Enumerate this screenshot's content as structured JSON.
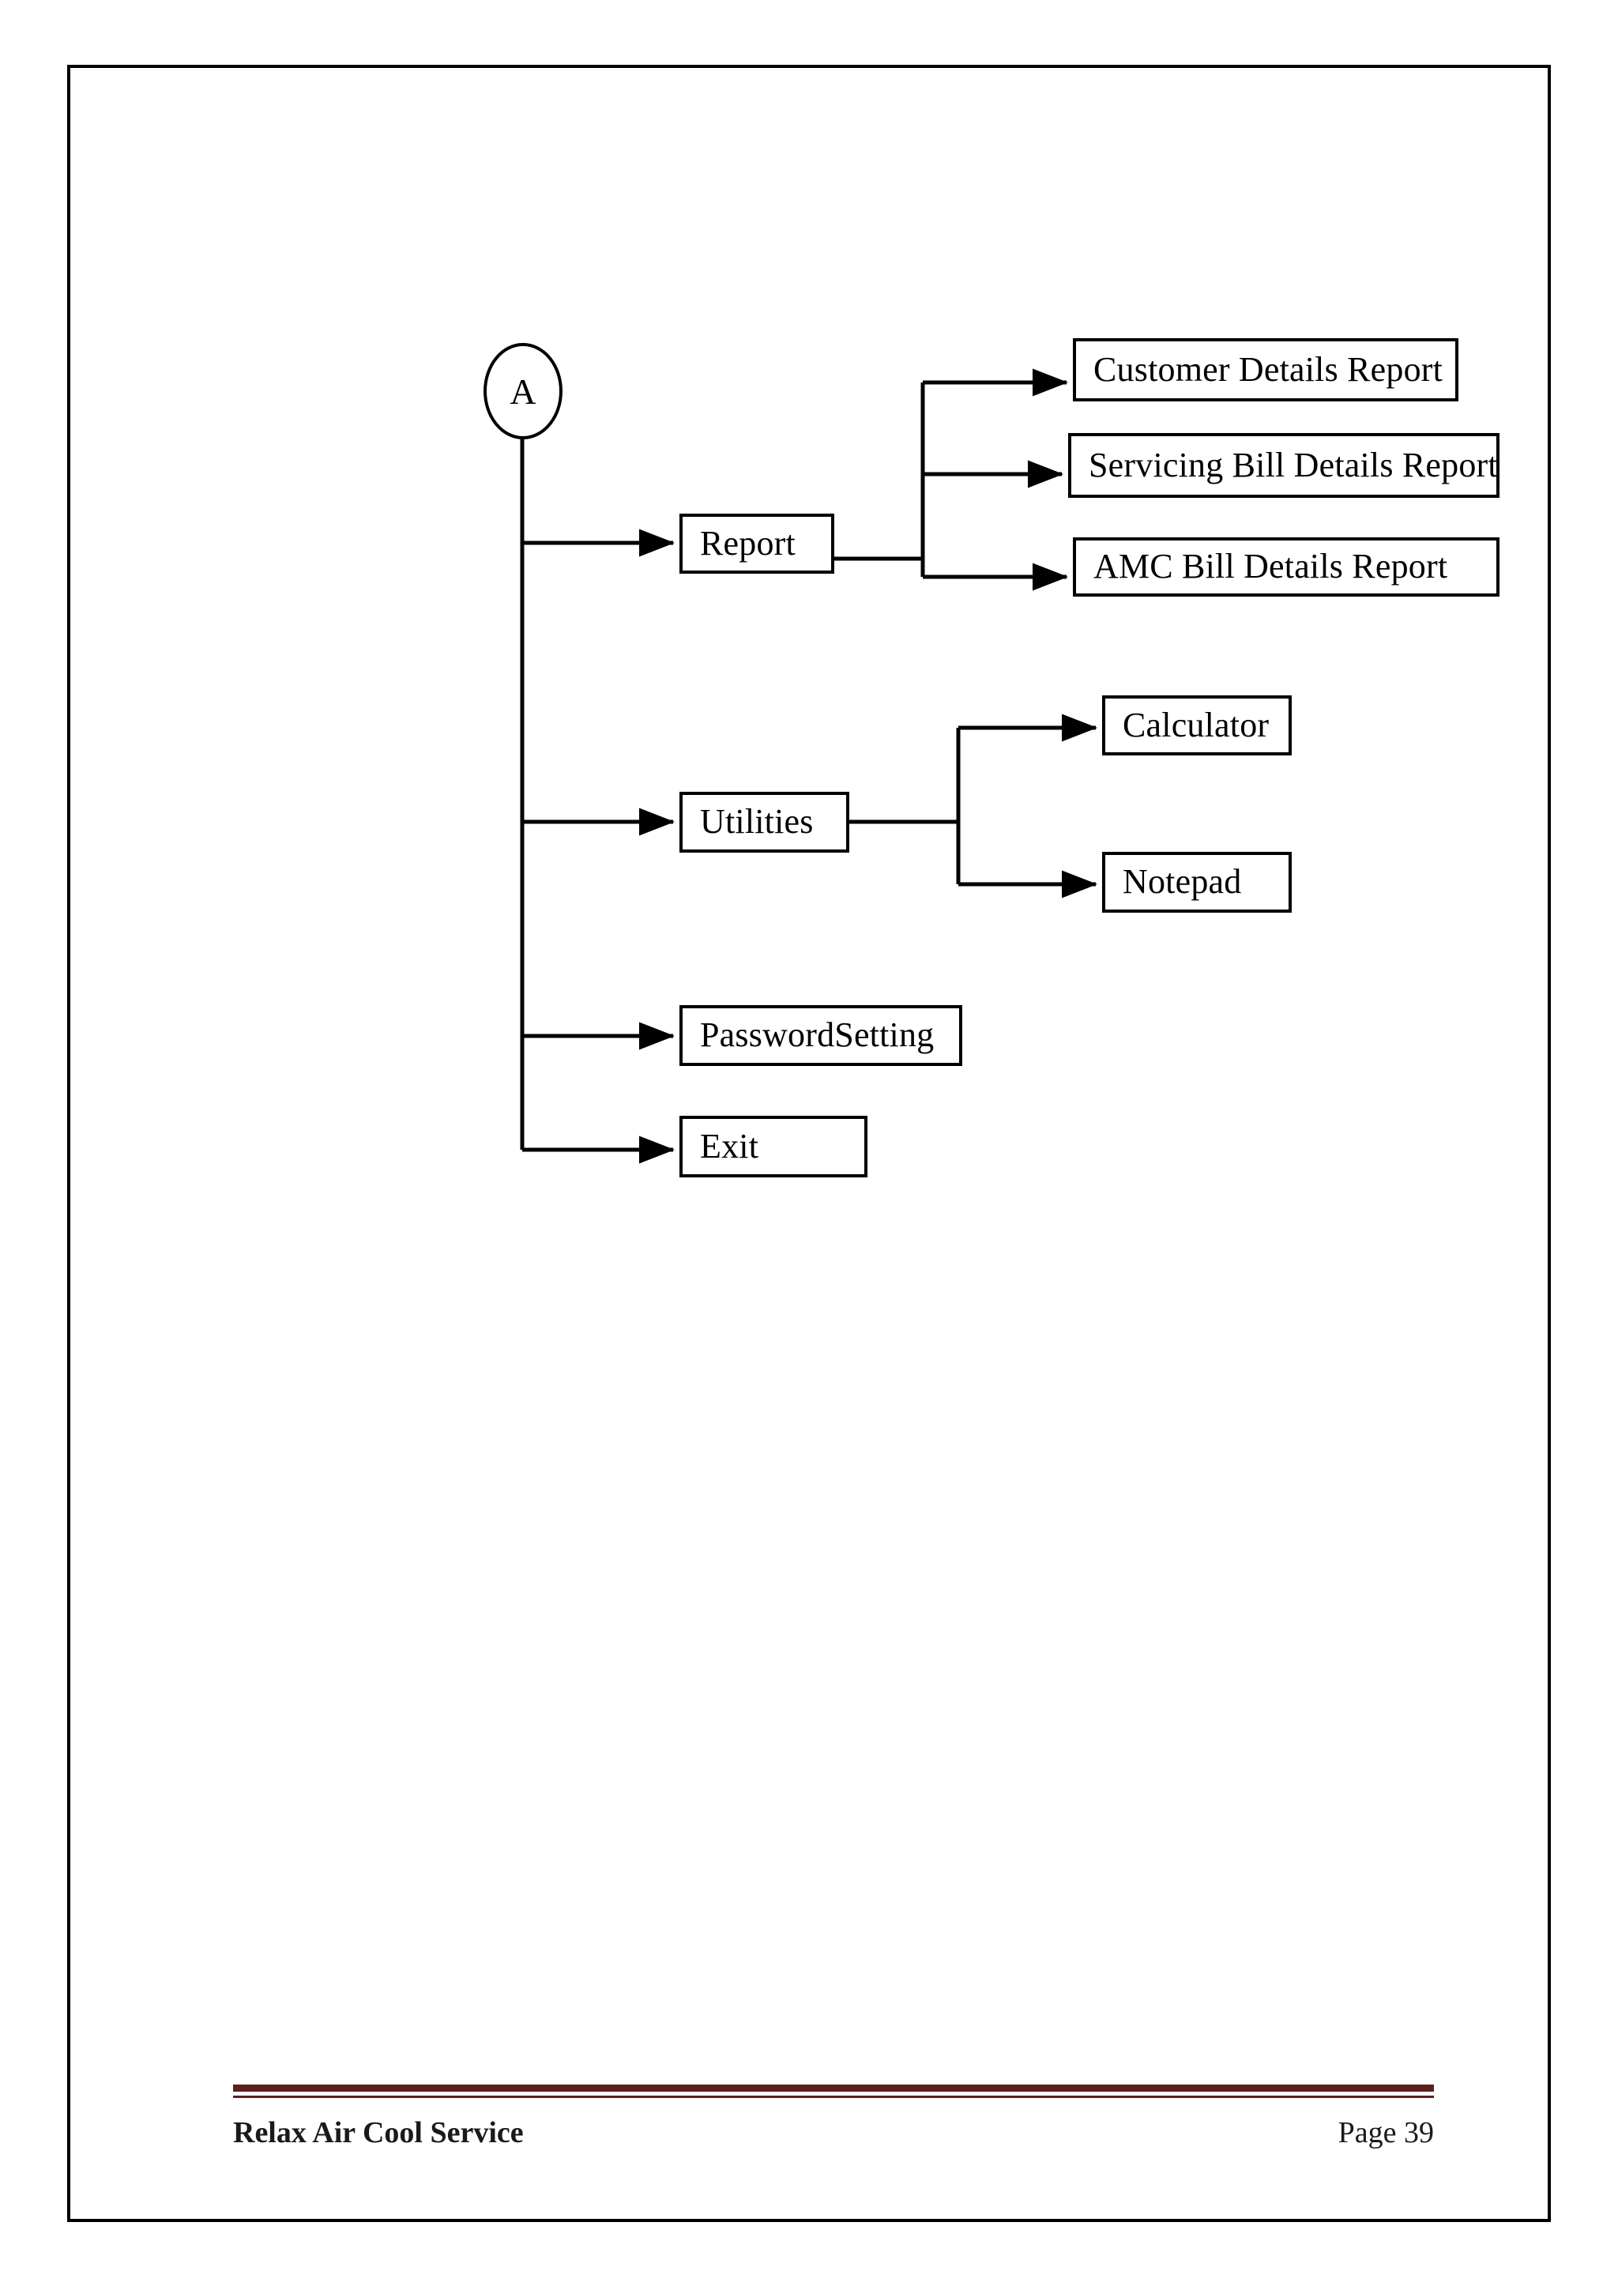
{
  "page": {
    "document_title": "Relax Air Cool Service",
    "page_number_label": "Page 39",
    "rule_color": "#5b1f1f",
    "border_color": "#000000",
    "background_color": "#ffffff"
  },
  "diagram": {
    "type": "flowchart",
    "connector_color": "#000000",
    "root": {
      "id": "A",
      "shape": "ellipse",
      "label": "A"
    },
    "nodes": [
      {
        "id": "report",
        "label": "Report",
        "shape": "rectangle",
        "level": 1
      },
      {
        "id": "utilities",
        "label": "Utilities",
        "shape": "rectangle",
        "level": 1
      },
      {
        "id": "password-setting",
        "label": "PasswordSetting",
        "shape": "rectangle",
        "level": 1
      },
      {
        "id": "exit",
        "label": "Exit",
        "shape": "rectangle",
        "level": 1
      },
      {
        "id": "customer-details-report",
        "label": "Customer Details Report",
        "shape": "rectangle",
        "level": 2
      },
      {
        "id": "servicing-bill-details-report",
        "label": "Servicing Bill Details Report",
        "shape": "rectangle",
        "level": 2
      },
      {
        "id": "amc-bill-details-report",
        "label": "AMC Bill Details Report",
        "shape": "rectangle",
        "level": 2
      },
      {
        "id": "calculator",
        "label": "Calculator",
        "shape": "rectangle",
        "level": 2
      },
      {
        "id": "notepad",
        "label": "Notepad",
        "shape": "rectangle",
        "level": 2
      }
    ],
    "edges": [
      {
        "from": "A",
        "to": "report"
      },
      {
        "from": "A",
        "to": "utilities"
      },
      {
        "from": "A",
        "to": "password-setting"
      },
      {
        "from": "A",
        "to": "exit"
      },
      {
        "from": "report",
        "to": "customer-details-report"
      },
      {
        "from": "report",
        "to": "servicing-bill-details-report"
      },
      {
        "from": "report",
        "to": "amc-bill-details-report"
      },
      {
        "from": "utilities",
        "to": "calculator"
      },
      {
        "from": "utilities",
        "to": "notepad"
      }
    ]
  }
}
